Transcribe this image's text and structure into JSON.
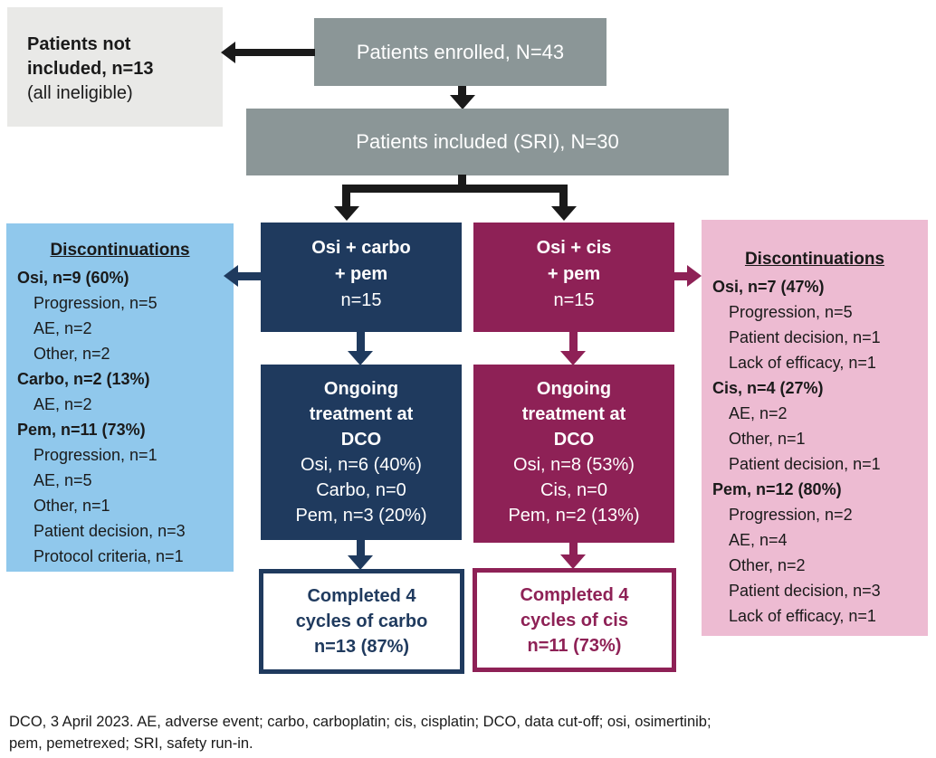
{
  "colors": {
    "gray_box": "#8b9697",
    "light_gray_box": "#e9e9e7",
    "navy": "#1f3a5e",
    "magenta": "#8e2156",
    "light_blue": "#90c8ec",
    "pink": "#edbbd2",
    "arrow_black": "#1a1a1a",
    "text_white": "#ffffff",
    "text_dark": "#1a1a1a"
  },
  "flow": {
    "excluded": {
      "lines": [
        {
          "text": "Patients not",
          "bold": true
        },
        {
          "text": "included, n=13",
          "bold": true
        },
        {
          "text": "(all ineligible)"
        }
      ]
    },
    "enrolled": {
      "label": "Patients enrolled, N=43"
    },
    "included": {
      "label": "Patients included (SRI), N=30"
    }
  },
  "arm_carbo": {
    "top_lines": [
      {
        "text": "Osi + carbo",
        "bold": true
      },
      {
        "text": "+ pem",
        "bold": true
      },
      {
        "text": "n=15"
      }
    ],
    "ongoing_lines": [
      {
        "text": "Ongoing",
        "bold": true
      },
      {
        "text": "treatment at",
        "bold": true
      },
      {
        "text": "DCO",
        "bold": true
      },
      {
        "text": "Osi, n=6 (40%)"
      },
      {
        "text": "Carbo, n=0"
      },
      {
        "text": "Pem, n=3 (20%)"
      }
    ],
    "completed_lines": [
      "Completed 4",
      "cycles of carbo",
      "n=13 (87%)"
    ]
  },
  "arm_cis": {
    "top_lines": [
      {
        "text": "Osi + cis",
        "bold": true
      },
      {
        "text": "+ pem",
        "bold": true
      },
      {
        "text": "n=15"
      }
    ],
    "ongoing_lines": [
      {
        "text": "Ongoing",
        "bold": true
      },
      {
        "text": "treatment at",
        "bold": true
      },
      {
        "text": "DCO",
        "bold": true
      },
      {
        "text": "Osi, n=8 (53%)"
      },
      {
        "text": "Cis, n=0"
      },
      {
        "text": "Pem, n=2 (13%)"
      }
    ],
    "completed_lines": [
      "Completed 4",
      "cycles of cis",
      "n=11 (73%)"
    ]
  },
  "disc_carbo": {
    "title": "Discontinuations",
    "items": [
      {
        "text": "Osi, n=9 (60%)",
        "bold": true
      },
      {
        "text": "Progression, n=5"
      },
      {
        "text": "AE, n=2"
      },
      {
        "text": "Other, n=2"
      },
      {
        "text": "Carbo, n=2 (13%)",
        "bold": true
      },
      {
        "text": "AE, n=2"
      },
      {
        "text": "Pem, n=11 (73%)",
        "bold": true
      },
      {
        "text": "Progression, n=1"
      },
      {
        "text": "AE, n=5"
      },
      {
        "text": "Other, n=1"
      },
      {
        "text": "Patient decision, n=3"
      },
      {
        "text": "Protocol criteria, n=1"
      }
    ]
  },
  "disc_cis": {
    "title": "Discontinuations",
    "items": [
      {
        "text": "Osi, n=7 (47%)",
        "bold": true
      },
      {
        "text": "Progression, n=5"
      },
      {
        "text": "Patient decision, n=1"
      },
      {
        "text": "Lack of efficacy, n=1"
      },
      {
        "text": "Cis, n=4 (27%)",
        "bold": true
      },
      {
        "text": "AE, n=2"
      },
      {
        "text": "Other, n=1"
      },
      {
        "text": "Patient decision, n=1"
      },
      {
        "text": "Pem, n=12 (80%)",
        "bold": true
      },
      {
        "text": "Progression, n=2"
      },
      {
        "text": "AE, n=4"
      },
      {
        "text": "Other, n=2"
      },
      {
        "text": "Patient decision, n=3"
      },
      {
        "text": "Lack of efficacy, n=1"
      }
    ]
  },
  "footnote": {
    "line1": "DCO, 3 April 2023. AE, adverse event; carbo, carboplatin; cis, cisplatin; DCO, data cut-off; osi, osimertinib;",
    "line2": "pem, pemetrexed; SRI, safety run-in."
  }
}
